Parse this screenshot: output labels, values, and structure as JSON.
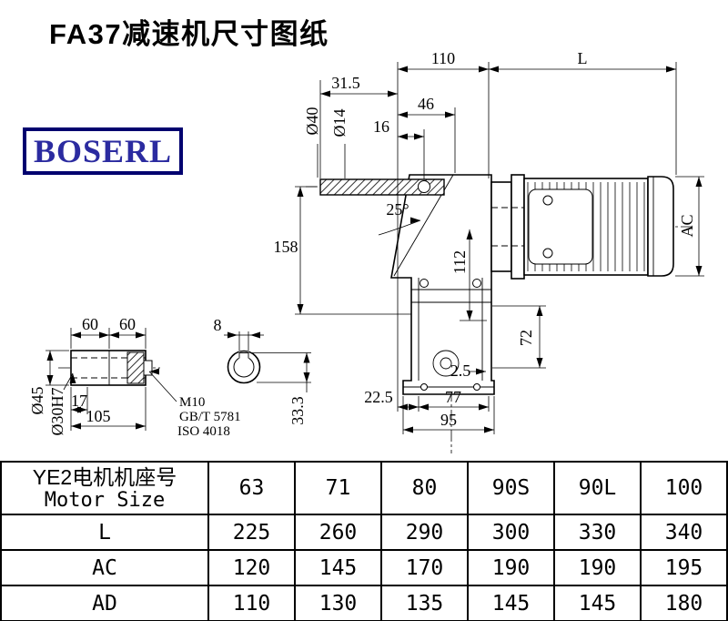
{
  "title": "FA37减速机尺寸图纸",
  "logo": {
    "text": "BOSERL"
  },
  "drawing": {
    "dims": {
      "d110": "110",
      "dL": "L",
      "d31_5": "31.5",
      "d46": "46",
      "d16": "16",
      "dia40": "Ø40",
      "dia14": "Ø14",
      "d25": "25°",
      "d158": "158",
      "d112": "112",
      "dAC": "AC",
      "d72": "72",
      "d2_5": "2.5",
      "d22_5": "22.5",
      "d77": "77",
      "d95": "95"
    },
    "detail": {
      "d60a": "60",
      "d60b": "60",
      "d8": "8",
      "dia45": "Ø45",
      "dia30": "Ø30H7",
      "d17": "17",
      "d105": "105",
      "m10": "M10",
      "gbt": "GB/T 5781",
      "iso": "ISO 4018",
      "d33_3": "33.3"
    }
  },
  "table": {
    "header_cn": "YE2电机机座号",
    "header_en": "Motor Size",
    "columns": [
      "63",
      "71",
      "80",
      "90S",
      "90L",
      "100"
    ],
    "rows": [
      {
        "label": "L",
        "values": [
          "225",
          "260",
          "290",
          "300",
          "330",
          "340"
        ]
      },
      {
        "label": "AC",
        "values": [
          "120",
          "145",
          "170",
          "190",
          "190",
          "195"
        ]
      },
      {
        "label": "AD",
        "values": [
          "110",
          "130",
          "135",
          "145",
          "145",
          "180"
        ]
      }
    ]
  }
}
